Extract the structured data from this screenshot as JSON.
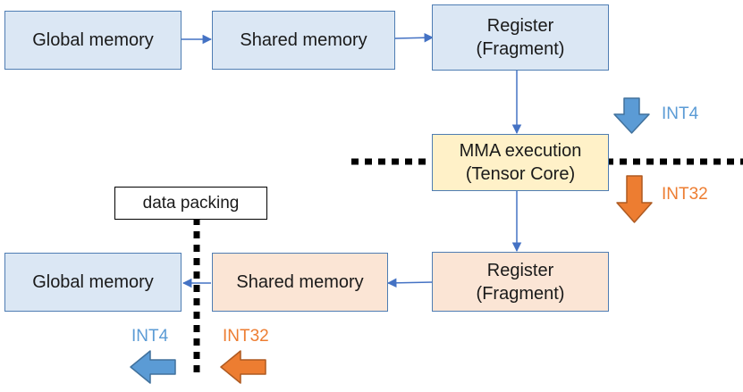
{
  "colors": {
    "box_blue": "#dbe7f4",
    "box_peach": "#fbe5d5",
    "box_yellow": "#fff1c8",
    "border": "#4f7db3",
    "arrow_line": "#4472c4",
    "int4_color": "#5b9bd5",
    "int32_color": "#ed7d31"
  },
  "nodes": {
    "top_global": "Global memory",
    "top_shared": "Shared memory",
    "top_register_line1": "Register",
    "top_register_line2": "(Fragment)",
    "mma_line1": "MMA execution",
    "mma_line2": "(Tensor Core)",
    "data_packing": "data packing",
    "bottom_register_line1": "Register",
    "bottom_register_line2": "(Fragment)",
    "bottom_shared": "Shared memory",
    "bottom_global": "Global memory"
  },
  "labels": {
    "right_int4": "INT4",
    "right_int32": "INT32",
    "bottom_int4": "INT4",
    "bottom_int32": "INT32"
  }
}
